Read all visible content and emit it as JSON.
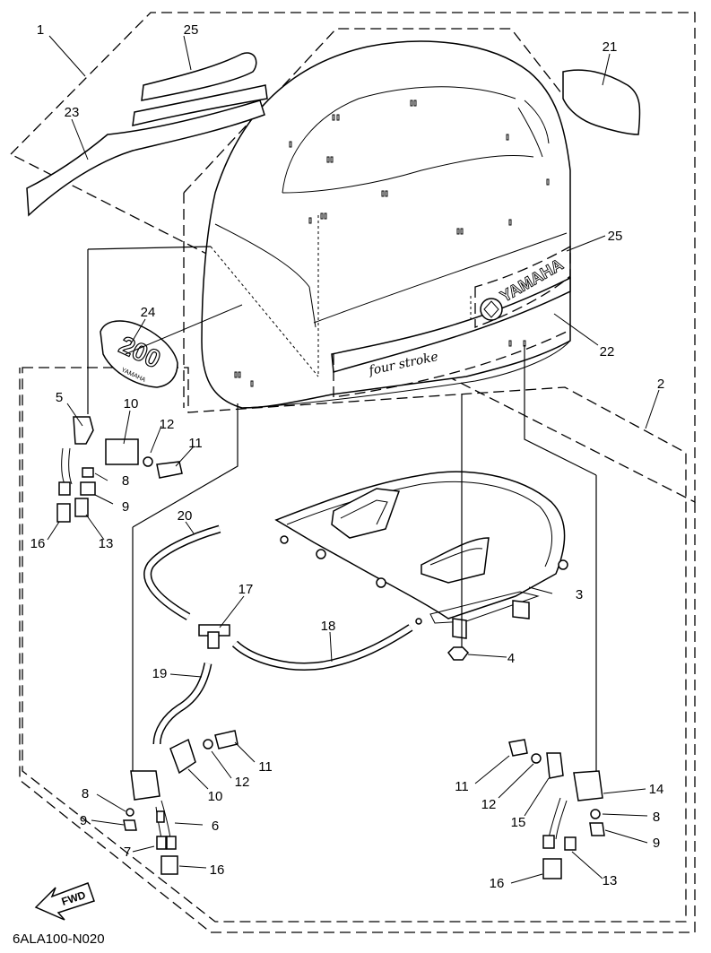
{
  "diagram_code": "6ALA100-N020",
  "fwd_label": "FWD",
  "decal_texts": {
    "brand": "YAMAHA",
    "model_number": "200",
    "four_stroke": "four stroke"
  },
  "callouts": [
    {
      "id": "c1",
      "text": "1"
    },
    {
      "id": "c2",
      "text": "2"
    },
    {
      "id": "c3",
      "text": "3"
    },
    {
      "id": "c4",
      "text": "4"
    },
    {
      "id": "c5",
      "text": "5"
    },
    {
      "id": "c6",
      "text": "6"
    },
    {
      "id": "c7",
      "text": "7"
    },
    {
      "id": "c8a",
      "text": "8"
    },
    {
      "id": "c8b",
      "text": "8"
    },
    {
      "id": "c8c",
      "text": "8"
    },
    {
      "id": "c9a",
      "text": "9"
    },
    {
      "id": "c9b",
      "text": "9"
    },
    {
      "id": "c9c",
      "text": "9"
    },
    {
      "id": "c10a",
      "text": "10"
    },
    {
      "id": "c10b",
      "text": "10"
    },
    {
      "id": "c11a",
      "text": "11"
    },
    {
      "id": "c11b",
      "text": "11"
    },
    {
      "id": "c11c",
      "text": "11"
    },
    {
      "id": "c12a",
      "text": "12"
    },
    {
      "id": "c12b",
      "text": "12"
    },
    {
      "id": "c12c",
      "text": "12"
    },
    {
      "id": "c13a",
      "text": "13"
    },
    {
      "id": "c13b",
      "text": "13"
    },
    {
      "id": "c14",
      "text": "14"
    },
    {
      "id": "c15",
      "text": "15"
    },
    {
      "id": "c16a",
      "text": "16"
    },
    {
      "id": "c16b",
      "text": "16"
    },
    {
      "id": "c16c",
      "text": "16"
    },
    {
      "id": "c17",
      "text": "17"
    },
    {
      "id": "c18",
      "text": "18"
    },
    {
      "id": "c19",
      "text": "19"
    },
    {
      "id": "c20",
      "text": "20"
    },
    {
      "id": "c21",
      "text": "21"
    },
    {
      "id": "c22",
      "text": "22"
    },
    {
      "id": "c23",
      "text": "23"
    },
    {
      "id": "c24",
      "text": "24"
    },
    {
      "id": "c25a",
      "text": "25"
    },
    {
      "id": "c25b",
      "text": "25"
    }
  ]
}
